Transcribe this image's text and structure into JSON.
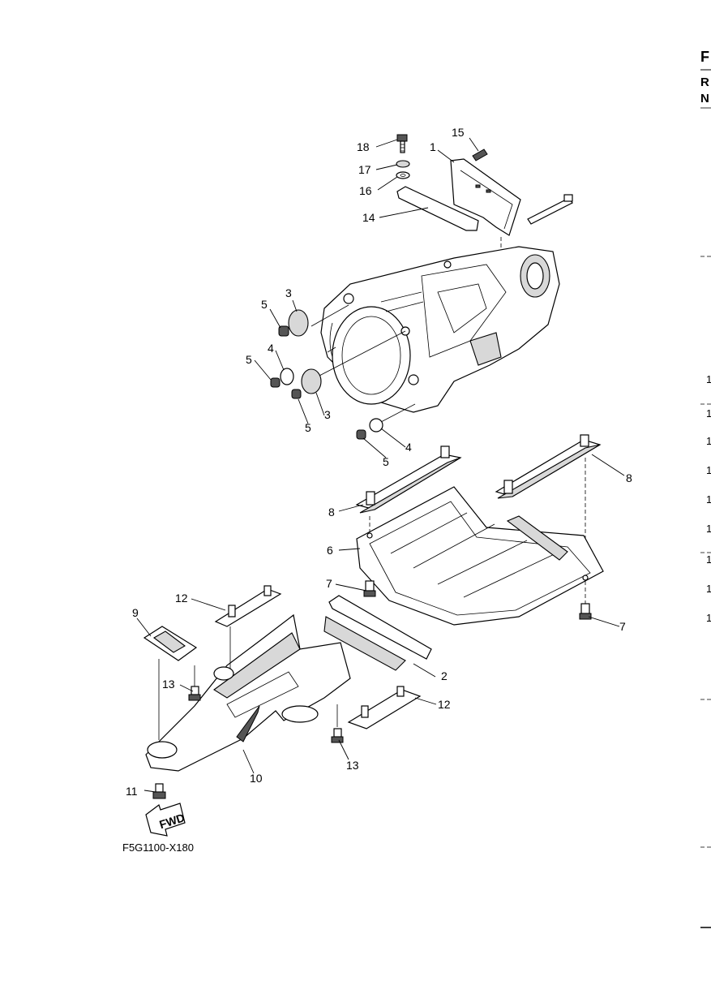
{
  "diagram_code": "F5G1100-X180",
  "fwd_label": "FWD",
  "callouts": [
    "1",
    "2",
    "3",
    "3",
    "4",
    "4",
    "5",
    "5",
    "5",
    "5",
    "6",
    "7",
    "7",
    "8",
    "8",
    "9",
    "10",
    "11",
    "12",
    "12",
    "13",
    "13",
    "14",
    "15",
    "16",
    "17",
    "18"
  ],
  "edge_header": [
    "F",
    "R",
    "N"
  ],
  "edge_numbers": [
    "1",
    "1",
    "1",
    "1",
    "1",
    "1",
    "1",
    "1",
    "1"
  ]
}
